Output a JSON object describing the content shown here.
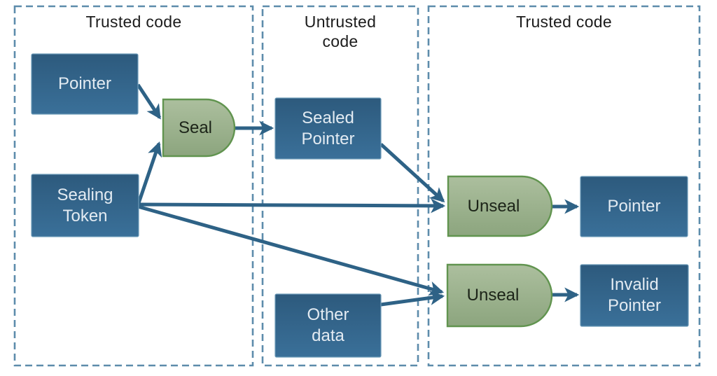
{
  "diagram": {
    "type": "flow-diagram",
    "description": "Pointer sealing and unsealing across trusted and untrusted code regions"
  },
  "regions": [
    {
      "title": "Trusted code"
    },
    {
      "title": "Untrusted code"
    },
    {
      "title": "Trusted code"
    }
  ],
  "nodes": {
    "pointer_left": {
      "label": "Pointer"
    },
    "sealing_token": {
      "label": "Sealing Token"
    },
    "sealed_pointer": {
      "label": "Sealed Pointer"
    },
    "other_data": {
      "label": "Other data"
    },
    "pointer_right": {
      "label": "Pointer"
    },
    "invalid_pointer": {
      "label": "Invalid Pointer"
    }
  },
  "gates": {
    "seal": {
      "label": "Seal"
    },
    "unseal_top": {
      "label": "Unseal"
    },
    "unseal_bottom": {
      "label": "Unseal"
    }
  },
  "connections": [
    {
      "from": "Pointer (trusted)",
      "to": "Seal"
    },
    {
      "from": "Sealing Token",
      "to": "Seal"
    },
    {
      "from": "Seal",
      "to": "Sealed Pointer"
    },
    {
      "from": "Sealed Pointer",
      "to": "Unseal (top)"
    },
    {
      "from": "Sealing Token",
      "to": "Unseal (top)"
    },
    {
      "from": "Sealing Token",
      "to": "Unseal (bottom)"
    },
    {
      "from": "Other data",
      "to": "Unseal (bottom)"
    },
    {
      "from": "Unseal (top)",
      "to": "Pointer (valid result)"
    },
    {
      "from": "Unseal (bottom)",
      "to": "Invalid Pointer"
    }
  ],
  "colors": {
    "background": "#ffffff",
    "box_top": "#2d5a7d",
    "box_bottom": "#3a7099",
    "box_stroke": "#6b9ab8",
    "box_text": "#e3ebf2",
    "gate_top": "#acbf9e",
    "gate_bottom": "#8ca57e",
    "gate_stroke": "#61944f",
    "gate_text": "#1c2418",
    "arrow": "#2e6286",
    "region_dash": "#5d8cab",
    "title_text": "#1c1c1c"
  }
}
